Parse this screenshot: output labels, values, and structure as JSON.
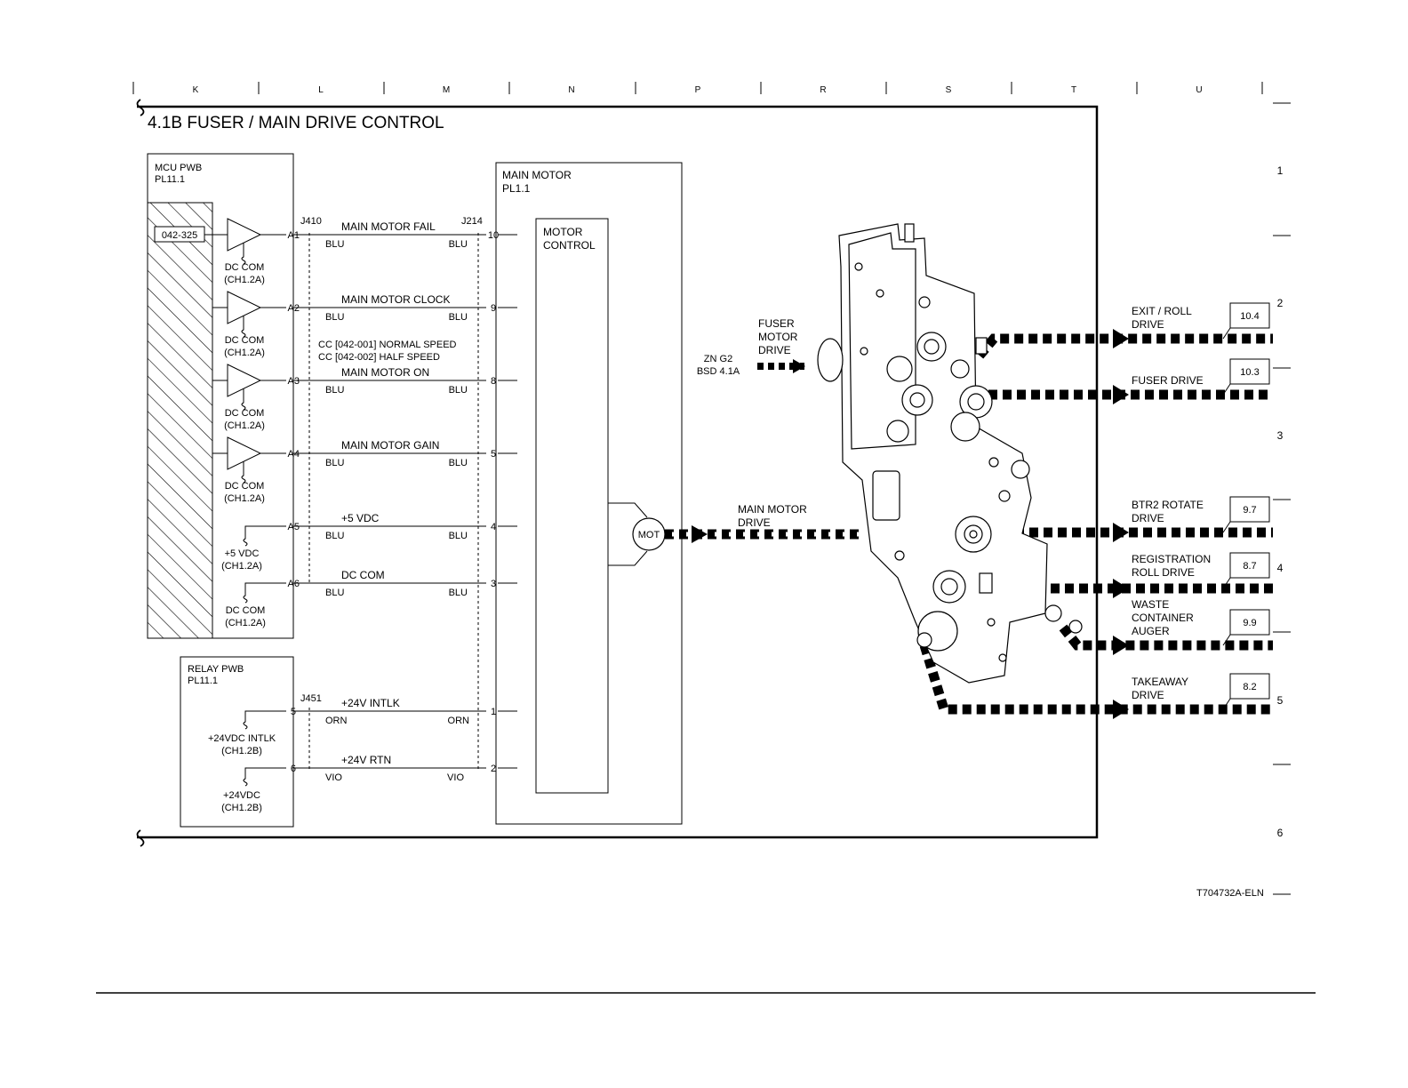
{
  "title": "4.1B FUSER / MAIN DRIVE CONTROL",
  "figure_id": "T704732A-ELN",
  "columns": [
    "K",
    "L",
    "M",
    "N",
    "P",
    "R",
    "S",
    "T",
    "U"
  ],
  "rows": [
    "1",
    "2",
    "3",
    "4",
    "5",
    "6"
  ],
  "mcu": {
    "name": "MCU PWB",
    "pl": "PL11.1",
    "fault_code": "042-325",
    "connector": "J410",
    "pins": [
      "A1",
      "A2",
      "A3",
      "A4",
      "A5",
      "A6"
    ],
    "grounds": [
      {
        "l1": "DC COM",
        "l2": "(CH1.2A)"
      },
      {
        "l1": "DC COM",
        "l2": "(CH1.2A)"
      },
      {
        "l1": "DC COM",
        "l2": "(CH1.2A)"
      },
      {
        "l1": "DC COM",
        "l2": "(CH1.2A)"
      },
      {
        "l1": "+5 VDC",
        "l2": "(CH1.2A)"
      },
      {
        "l1": "DC COM",
        "l2": "(CH1.2A)"
      }
    ]
  },
  "relay": {
    "name": "RELAY PWB",
    "pl": "PL11.1",
    "connector": "J451",
    "pins": [
      "5",
      "6"
    ],
    "grounds": [
      {
        "l1": "+24VDC INTLK",
        "l2": "(CH1.2B)"
      },
      {
        "l1": "+24VDC",
        "l2": "(CH1.2B)"
      }
    ]
  },
  "motor": {
    "name": "MAIN MOTOR",
    "pl": "PL1.1",
    "connector": "J214",
    "control_l1": "MOTOR",
    "control_l2": "CONTROL",
    "mot": "MOT",
    "pins": [
      "10",
      "9",
      "8",
      "5",
      "4",
      "3",
      "1",
      "2"
    ]
  },
  "signals": [
    {
      "name": "MAIN MOTOR FAIL",
      "left": "BLU",
      "right": "BLU"
    },
    {
      "name": "MAIN MOTOR CLOCK",
      "left": "BLU",
      "right": "BLU"
    },
    {
      "name": "MAIN MOTOR ON",
      "left": "BLU",
      "right": "BLU"
    },
    {
      "name": "MAIN MOTOR GAIN",
      "left": "BLU",
      "right": "BLU"
    },
    {
      "name": "+5 VDC",
      "left": "BLU",
      "right": "BLU"
    },
    {
      "name": "DC COM",
      "left": "BLU",
      "right": "BLU"
    },
    {
      "name": "+24V INTLK",
      "left": "ORN",
      "right": "ORN"
    },
    {
      "name": "+24V RTN",
      "left": "VIO",
      "right": "VIO"
    }
  ],
  "notes": [
    "CC [042-001] NORMAL SPEED",
    "CC [042-002] HALF SPEED"
  ],
  "fuser_motor": {
    "l1": "FUSER",
    "l2": "MOTOR",
    "l3": "DRIVE"
  },
  "zone_ref": {
    "l1": "ZN G2",
    "l2": "BSD 4.1A"
  },
  "main_drive": {
    "l1": "MAIN MOTOR",
    "l2": "DRIVE"
  },
  "outputs": [
    {
      "lines": [
        "EXIT / ROLL",
        "DRIVE"
      ],
      "ref": "10.4"
    },
    {
      "lines": [
        "FUSER DRIVE"
      ],
      "ref": "10.3"
    },
    {
      "lines": [
        "BTR2 ROTATE",
        "DRIVE"
      ],
      "ref": "9.7"
    },
    {
      "lines": [
        "REGISTRATION",
        "ROLL DRIVE"
      ],
      "ref": "8.7"
    },
    {
      "lines": [
        "WASTE",
        "CONTAINER",
        "AUGER"
      ],
      "ref": "9.9"
    },
    {
      "lines": [
        "TAKEAWAY",
        "DRIVE"
      ],
      "ref": "8.2"
    }
  ]
}
